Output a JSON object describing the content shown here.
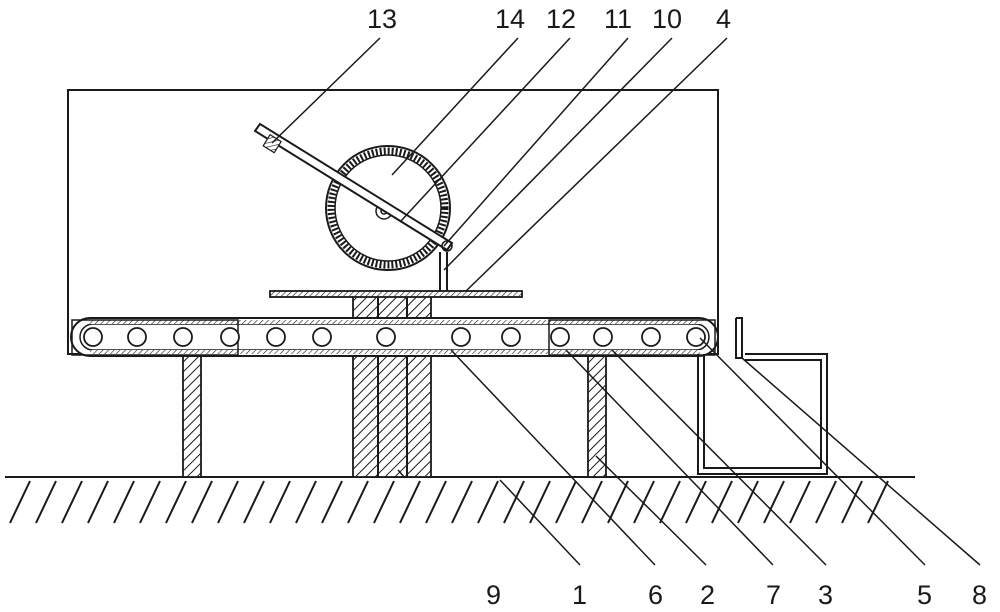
{
  "diagram": {
    "labels": [
      {
        "id": "13",
        "text": "13"
      },
      {
        "id": "14",
        "text": "14"
      },
      {
        "id": "12",
        "text": "12"
      },
      {
        "id": "11",
        "text": "11"
      },
      {
        "id": "10",
        "text": "10"
      },
      {
        "id": "4",
        "text": "4"
      },
      {
        "id": "9",
        "text": "9"
      },
      {
        "id": "1",
        "text": "1"
      },
      {
        "id": "6",
        "text": "6"
      },
      {
        "id": "2",
        "text": "2"
      },
      {
        "id": "7",
        "text": "7"
      },
      {
        "id": "3",
        "text": "3"
      },
      {
        "id": "5",
        "text": "5"
      },
      {
        "id": "8",
        "text": "8"
      }
    ]
  }
}
